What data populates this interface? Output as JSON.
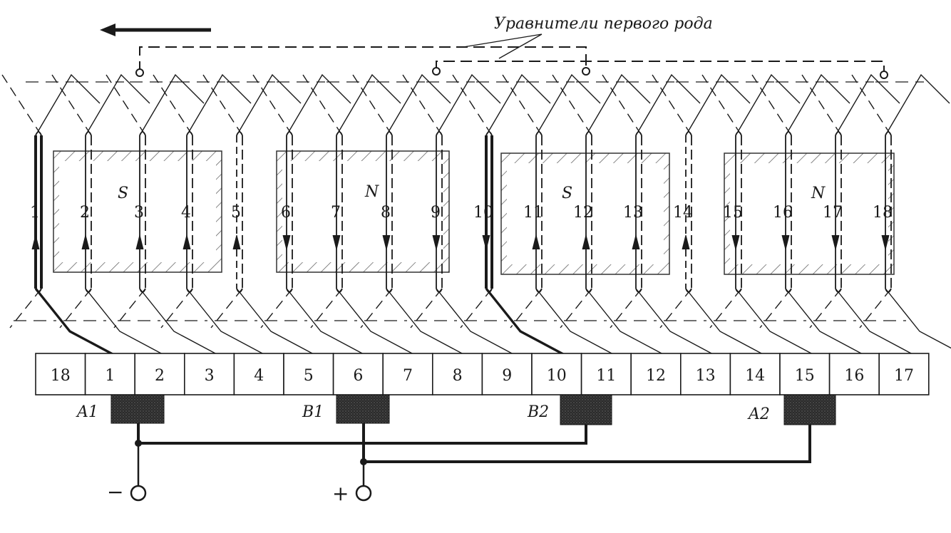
{
  "title": "Уравнители первого рода",
  "slot_labels": [
    "1",
    "2",
    "3",
    "4",
    "5",
    "6",
    "7",
    "8",
    "9",
    "10",
    "11",
    "12",
    "13",
    "14",
    "15",
    "16",
    "17",
    "18"
  ],
  "poles": [
    {
      "label": "S"
    },
    {
      "label": "N"
    },
    {
      "label": "S"
    },
    {
      "label": "N"
    }
  ],
  "commutator_segments": [
    "18",
    "1",
    "2",
    "3",
    "4",
    "5",
    "6",
    "7",
    "8",
    "9",
    "10",
    "11",
    "12",
    "13",
    "14",
    "15",
    "16",
    "17"
  ],
  "brushes": [
    {
      "label": "A1"
    },
    {
      "label": "B1"
    },
    {
      "label": "B2"
    },
    {
      "label": "A2"
    }
  ],
  "terminals": [
    {
      "label": "−"
    },
    {
      "label": "+"
    }
  ],
  "colors": {
    "ink": "#1a1a1a",
    "brush": "#2b2b2b",
    "pole_hatch": "#555555"
  }
}
